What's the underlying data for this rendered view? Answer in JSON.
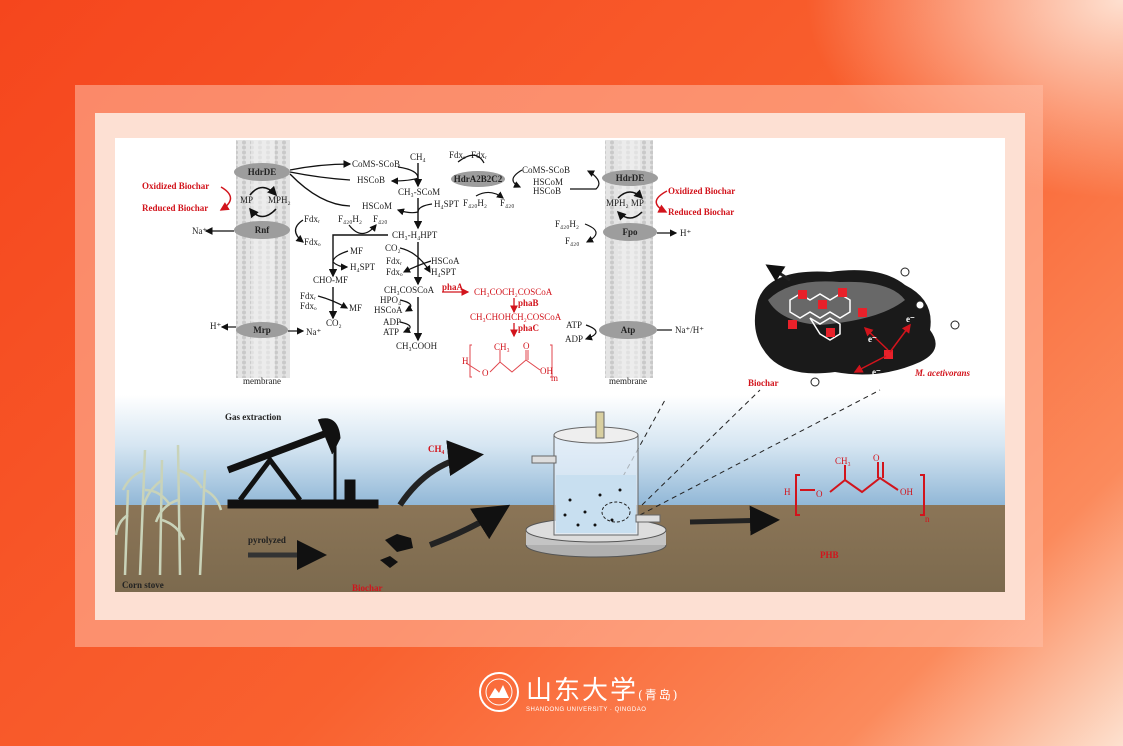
{
  "left_membrane": {
    "hdrde": "HdrDE",
    "mp": "MP",
    "mph2": "MPH₂",
    "rnf": "Rnf",
    "mrp": "Mrp",
    "na_out": "Na⁺",
    "h_in": "H⁺",
    "na_mrp": "Na⁺",
    "label": "membrane",
    "oxidized": "Oxidized Biochar",
    "reduced": "Reduced Biochar"
  },
  "pathway": {
    "coms_scob": "CoMS-SCoB",
    "hscob": "HSCoB",
    "ch4": "CH₄",
    "ch3_scom": "CH₃-SCoM",
    "hscom": "HSCoM",
    "h4spt_1": "H₄SPT",
    "fdxr_1": "Fdxᵣ",
    "fdxo_1": "Fdxₒ",
    "f420h2_1": "F₄₂₀H₂",
    "f420_1": "F₄₂₀",
    "ch3_h4hpt": "CH₃-H₄HPT",
    "mf_1": "MF",
    "h4spt_2": "H₄SPT",
    "cho_mf": "CHO-MF",
    "fdxr_2": "Fdxᵣ",
    "fdxo_2": "Fdxₒ",
    "mf_2": "MF",
    "co2_1": "CO₂",
    "co2_2": "CO₂",
    "fdxr_3": "Fdxᵣ",
    "fdxo_3": "Fdxₒ",
    "hscoa_1": "HSCoA",
    "h4spt_3": "H₄SPT",
    "ch3coscoa": "CH₃COSCoA",
    "hpo4": "HPO₄",
    "hscoa_2": "HSCoA",
    "adp": "ADP",
    "atp": "ATP",
    "ch3cooh": "CH₃COOH",
    "phaA": "phaA",
    "acetoacetyl": "CH₃COCH₂COSCoA",
    "phaB": "phaB",
    "hydroxybutyryl": "CH₃CHOHCH₂COSCoA",
    "phaC": "phaC",
    "phb_h": "H",
    "phb_o": "O",
    "phb_ch3": "CH₃",
    "phb_o2": "O",
    "phb_oh": "OH",
    "phb_n": "m"
  },
  "hdr_complex": {
    "fdxo": "Fdxₒ",
    "fdxr": "Fdxᵣ",
    "name": "HdrA2B2C2",
    "coms_scob": "CoMS-SCoB",
    "hscom": "HSCoM",
    "hscob": "HSCoB",
    "f420h2": "F₄₂₀H₂",
    "f420": "F₄₂₀"
  },
  "right_membrane": {
    "hdrde": "HdrDE",
    "mph2_mp": "MPH₂ MP",
    "oxidized": "Oxidized Biochar",
    "reduced": "Reduced Biochar",
    "f420h2": "F₄₂₀H₂",
    "f420": "F₄₂₀",
    "fpo": "Fpo",
    "h_out": "H⁺",
    "atp": "ATP",
    "adp": "ADP",
    "atp_synthase": "Atp",
    "na_h": "Na⁺/H⁺",
    "label": "membrane"
  },
  "particle": {
    "electron": "e⁻",
    "biochar": "Biochar",
    "organism": "M. acetivorans"
  },
  "scene": {
    "gas_extraction": "Gas extraction",
    "ch4": "CH₄",
    "pyrolyzed": "pyrolyzed",
    "corn_stove": "Corn stove",
    "biochar": "Biochar",
    "phb": "PHB",
    "phb_h": "H",
    "phb_o": "O",
    "phb_ch3": "CH₃",
    "phb_o2": "O",
    "phb_oh": "OH",
    "phb_n": "n"
  },
  "logo": {
    "name_cn": "山东大学",
    "campus_cn": "(青岛)",
    "name_en": "SHANDONG UNIVERSITY · QINGDAO"
  },
  "colors": {
    "background": "#f9572a",
    "red": "#d2141c",
    "sky": "#8fb6d6",
    "ground": "#8b7557"
  }
}
